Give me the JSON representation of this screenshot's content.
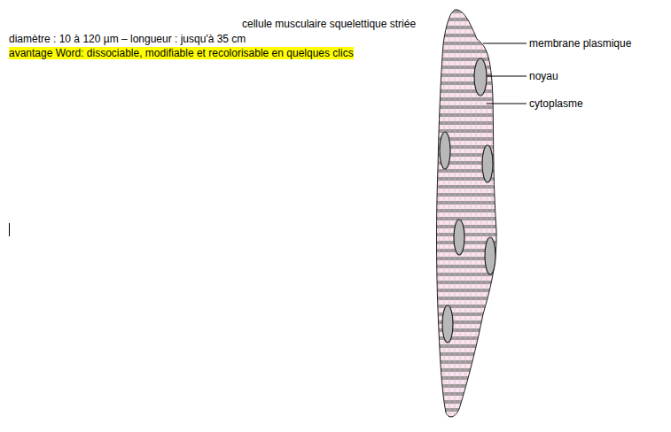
{
  "diagram": {
    "title": "cellule musculaire squelettique striée",
    "labels": [
      "diamètre : 10 à 120 µm – longueur : jusqu'à 35 cm",
      "avantage Word: dissociable, modifiable et recolorisable en quelques clics",
      "membrane plasmique",
      "noyau",
      "cytoplasme"
    ]
  }
}
